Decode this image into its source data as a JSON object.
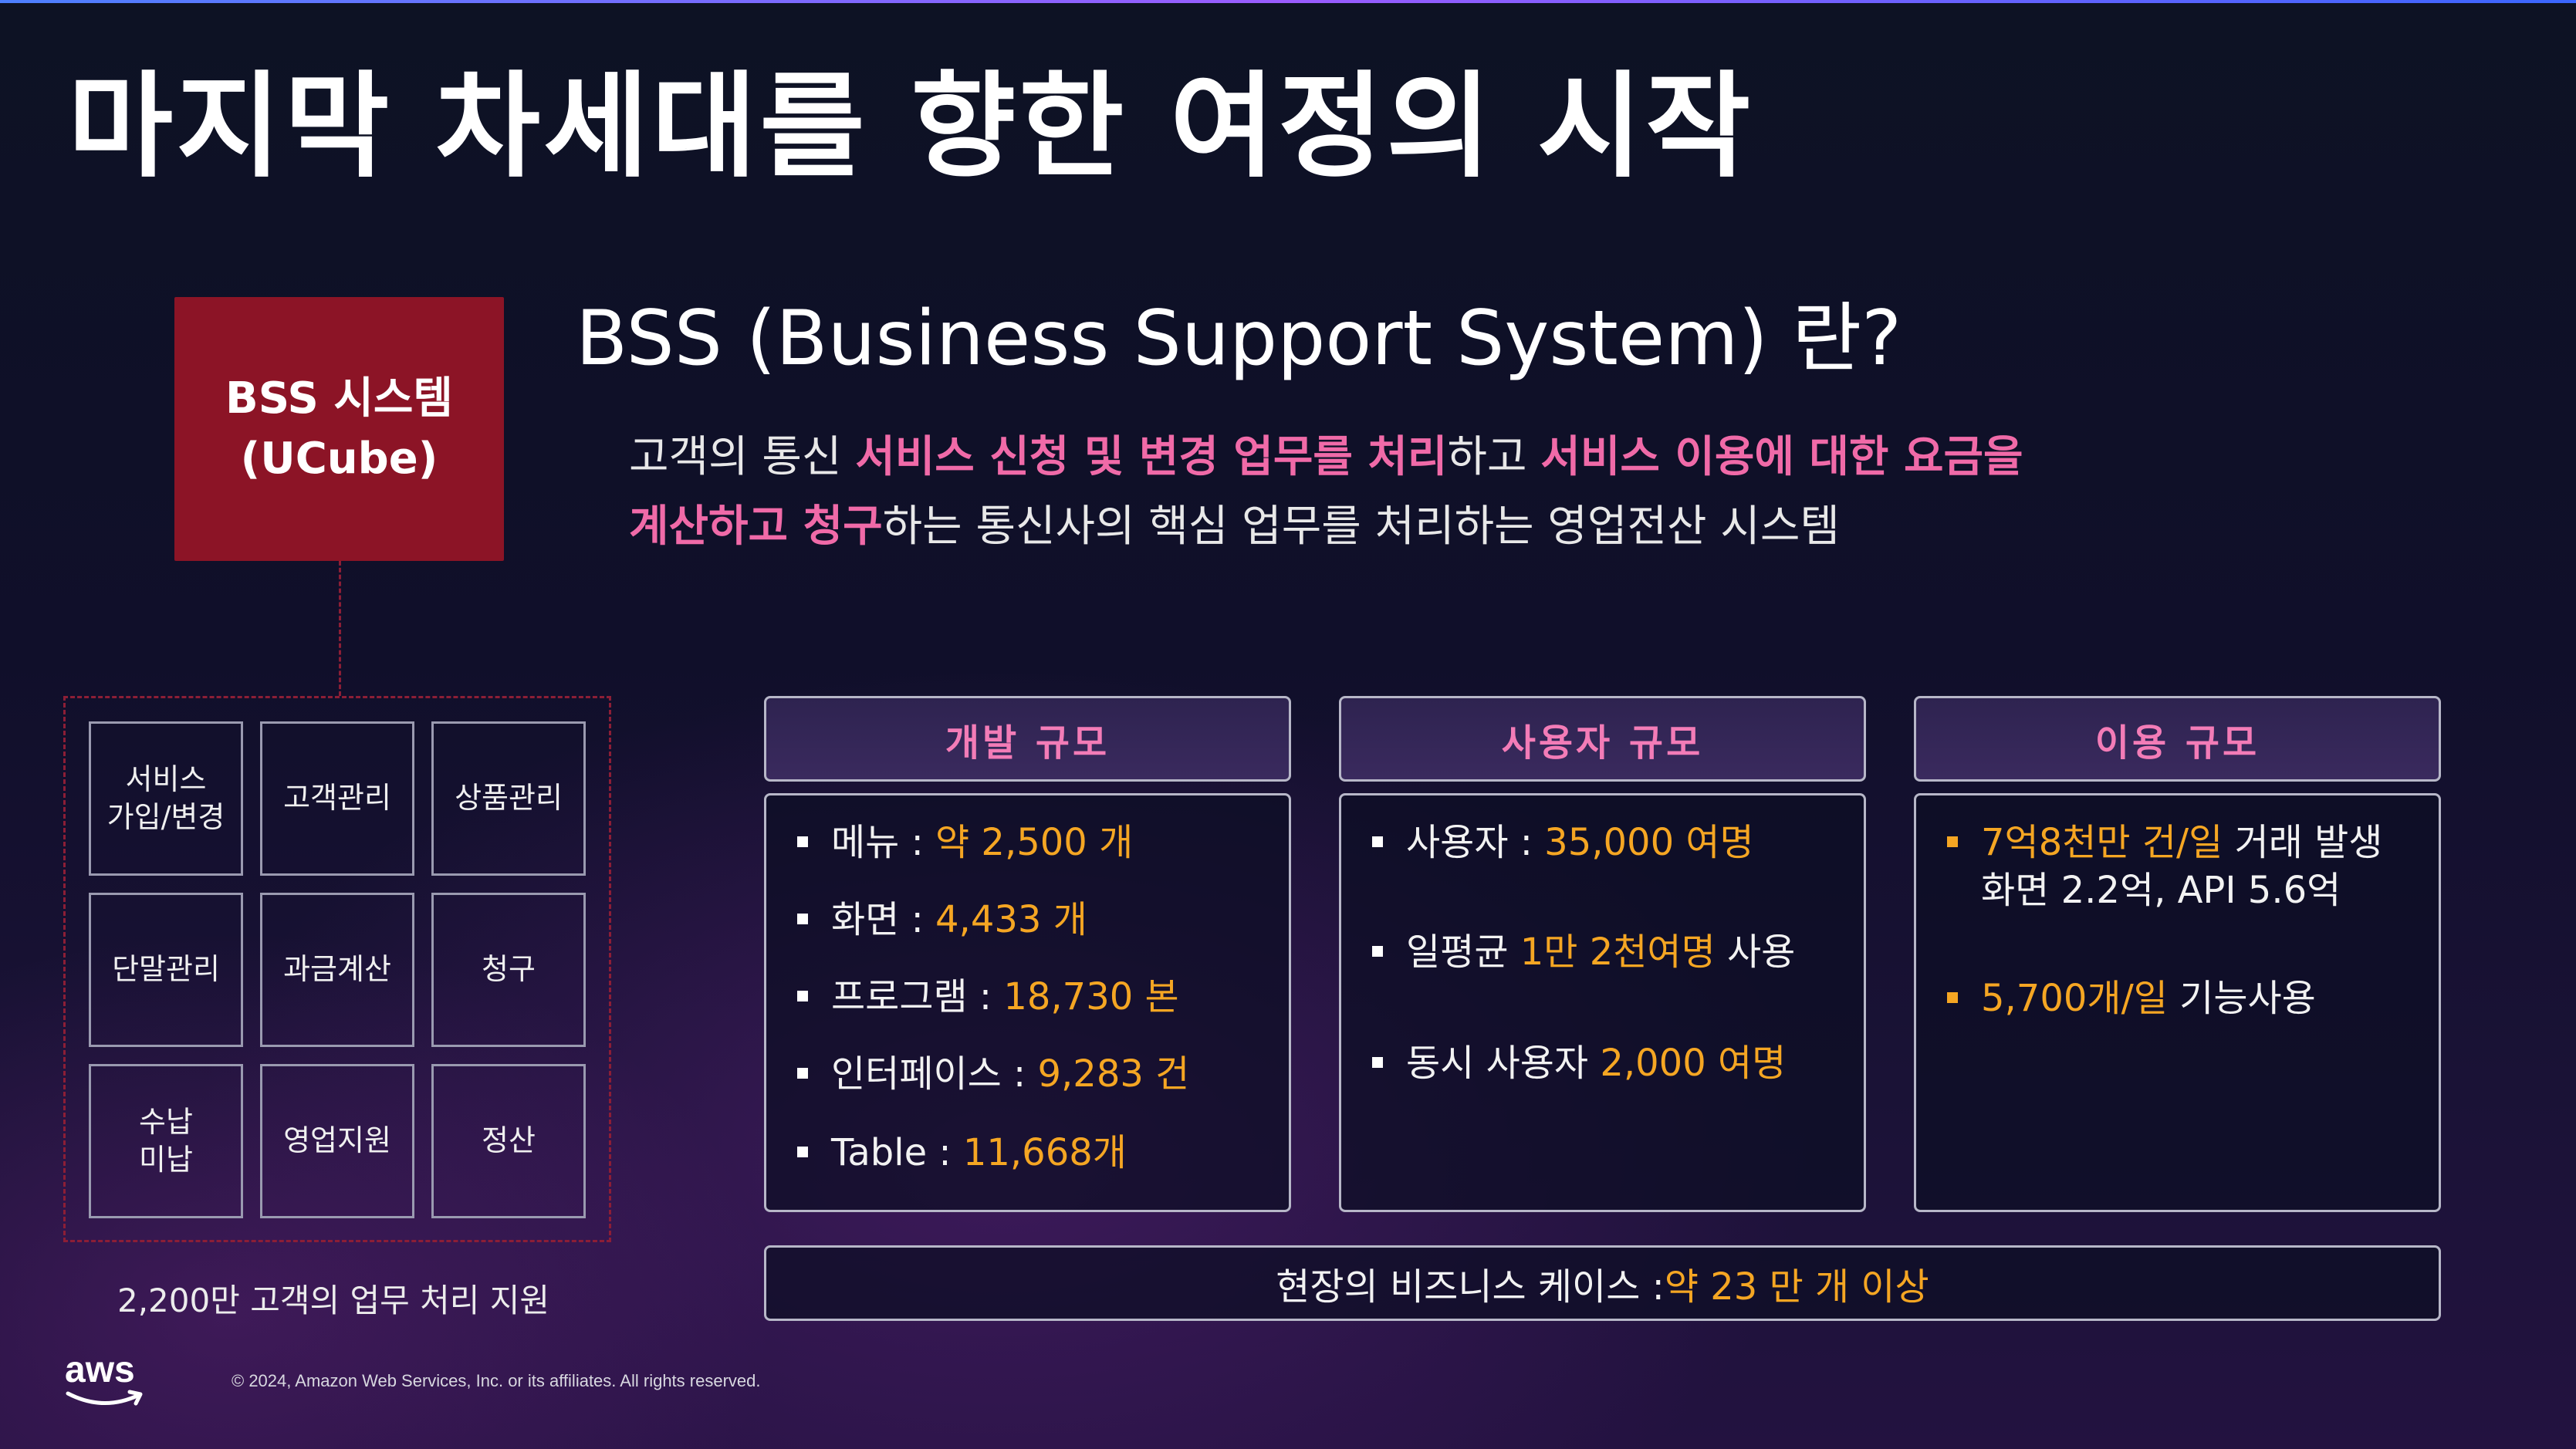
{
  "slide": {
    "title": "마지막 차세대를 향한 여정의 시작"
  },
  "bss_box": {
    "line1": "BSS 시스템",
    "line2": "(UCube)"
  },
  "modules": {
    "cells": [
      "서비스\n가입/변경",
      "고객관리",
      "상품관리",
      "단말관리",
      "과금계산",
      "청구",
      "수납\n미납",
      "영업지원",
      "정산"
    ],
    "caption": "2,200만 고객의 업무 처리 지원"
  },
  "definition": {
    "heading": "BSS (Business Support System) 란?",
    "line1_a": "고객의 통신 ",
    "line1_b": "서비스 신청 및 변경 업무를 처리",
    "line1_c": "하고 ",
    "line1_d": "서비스 이용에 대한 요금을",
    "line2_a": "계산하고 청구",
    "line2_b": "하는 통신사의 핵심 업무를 처리하는 영업전산 시스템"
  },
  "panels": {
    "dev": {
      "header": "개발 규모",
      "items": [
        {
          "label": "메뉴 : ",
          "value": "약 2,500 개"
        },
        {
          "label": "화면 : ",
          "value": "4,433 개"
        },
        {
          "label": "프로그램 : ",
          "value": "18,730 본"
        },
        {
          "label": "인터페이스 : ",
          "value": "9,283 건"
        },
        {
          "label": "Table : ",
          "value": "11,668개"
        }
      ]
    },
    "users": {
      "header": "사용자 규모",
      "items": [
        {
          "label": "사용자 : ",
          "value": "35,000 여명",
          "after": ""
        },
        {
          "label": "일평균 ",
          "value": "1만 2천여명",
          "after": " 사용"
        },
        {
          "label": "동시 사용자 ",
          "value": "2,000 여명",
          "after": ""
        }
      ]
    },
    "usage": {
      "header": "이용 규모",
      "item1_value": "7억8천만 건/일",
      "item1_after": " 거래 발생",
      "item1_line2": "화면 2.2억, API 5.6억",
      "item2_value": "5,700개/일",
      "item2_after": " 기능사용"
    }
  },
  "footer_banner": {
    "label": "현장의 비즈니스 케이스 : ",
    "value": "약 23 만 개 이상"
  },
  "branding": {
    "logo_text": "aws",
    "copyright": "© 2024, Amazon Web Services, Inc. or its affiliates. All rights reserved."
  },
  "colors": {
    "accent_pink": "#f06aa8",
    "accent_orange": "#f5a623",
    "bss_red": "#8c1426"
  }
}
